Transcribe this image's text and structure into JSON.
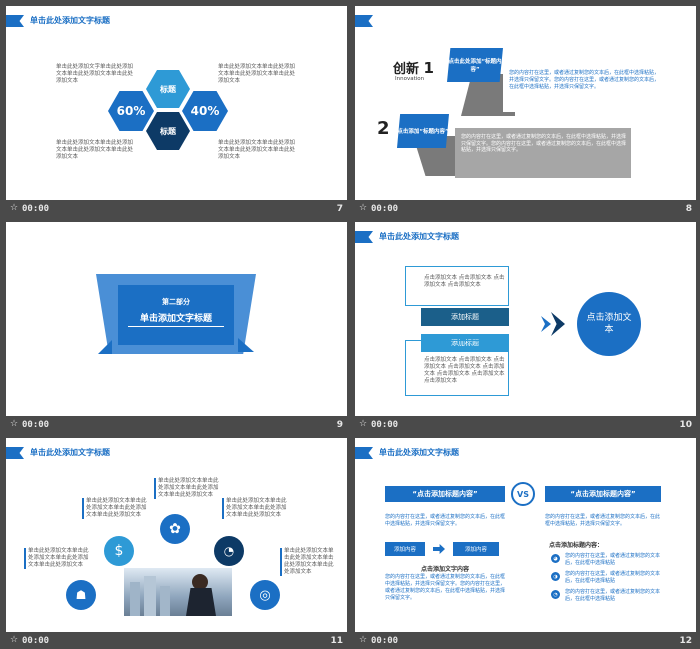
{
  "colors": {
    "primary": "#1b6fc4",
    "dark": "#0d3a66",
    "light": "#2e9ad6",
    "gray": "#999999",
    "bg": "#4a4a4a"
  },
  "slides": [
    {
      "number": "7",
      "time": "00:00",
      "header": "单击此处添加文字标题",
      "text_tl": "单击此处添加文字单击此处添加文本单击此处添加文本单击此处添加文本",
      "text_tr": "单击此处添加文本单击此处添加文本单击此处添加文本单击此处添加文本",
      "text_bl": "单击此处添加文本单击此处添加文本单击此处添加文本单击此处添加文本",
      "text_br": "单击此处添加文本单击此处添加文本单击此处添加文本单击此处添加文本",
      "hex_top": "标题",
      "hex_bottom": "标题",
      "hex_left": "60%",
      "hex_right": "40%"
    },
    {
      "number": "8",
      "time": "00:00",
      "title1": "创新",
      "num1": "1",
      "sub1": "Innovation",
      "num2": "2",
      "tag1": "点击此处添加“标题内容”",
      "tag2": "点击添加“标题内容”",
      "body1": "您的内容打在这里，或者通过复制您的文本后，在此框中选择粘贴，并选择只保留文字。您的内容打在这里，或者通过复制您的文本后，在此框中选择粘贴，并选择只保留文字。",
      "body2": "您的内容打在这里，或者通过复制您的文本后，在此框中选择粘贴，并选择只保留文字。您的内容打在这里，或者通过复制您的文本后，在此框中选择粘贴，并选择只保留文字。"
    },
    {
      "number": "9",
      "time": "00:00",
      "part": "第二部分",
      "title": "单击添加文字标题"
    },
    {
      "number": "10",
      "time": "00:00",
      "header": "单击此处添加文字标题",
      "box_top_text": "点击添加文本 点击添加文本 点击添加文本 点击添加文本",
      "label1": "添加标题",
      "label2": "添加标题",
      "box_bottom_text": "点击添加文本 点击添加文本 点击添加文本 点击添加文本 点击添加文本 点击添加文本 点击添加文本 点击添加文本",
      "circle": "点击添加文本"
    },
    {
      "number": "11",
      "time": "00:00",
      "header": "单击此处添加文字标题",
      "text": "单击此处添加文本单击此处添加文本单击此处添加文本单击此处添加文本"
    },
    {
      "number": "12",
      "time": "00:00",
      "header": "单击此处添加文字标题",
      "left_title": "“点击添加标题内容”",
      "vs": "VS",
      "right_title": "“点击添加标题内容”",
      "left_body": "您的内容打在这里，或者通过复制您的文本后，在此框中选择粘贴，并选择只保留文字。",
      "right_body": "您的内容打在这里，或者通过复制您的文本后，在此框中选择粘贴，并选择只保留文字。",
      "btn1": "添加内容",
      "btn2": "添加内容",
      "center_title": "点击添加文字内容",
      "center_body": "您的内容打在这里，或者通过复制您的文本后，在此框中选择粘贴，并选择只保留文字。您的内容打在这里，或者通过复制您的文本后，在此框中选择粘贴，并选择只保留文字。",
      "right_sub": "点击添加标题内容：",
      "items": [
        "您的内容打在这里，或者通过复制您的文本后，在此框中选择粘贴",
        "您的内容打在这里，或者通过复制您的文本后，在此框中选择粘贴",
        "您的内容打在这里，或者通过复制您的文本后，在此框中选择粘贴"
      ]
    }
  ]
}
